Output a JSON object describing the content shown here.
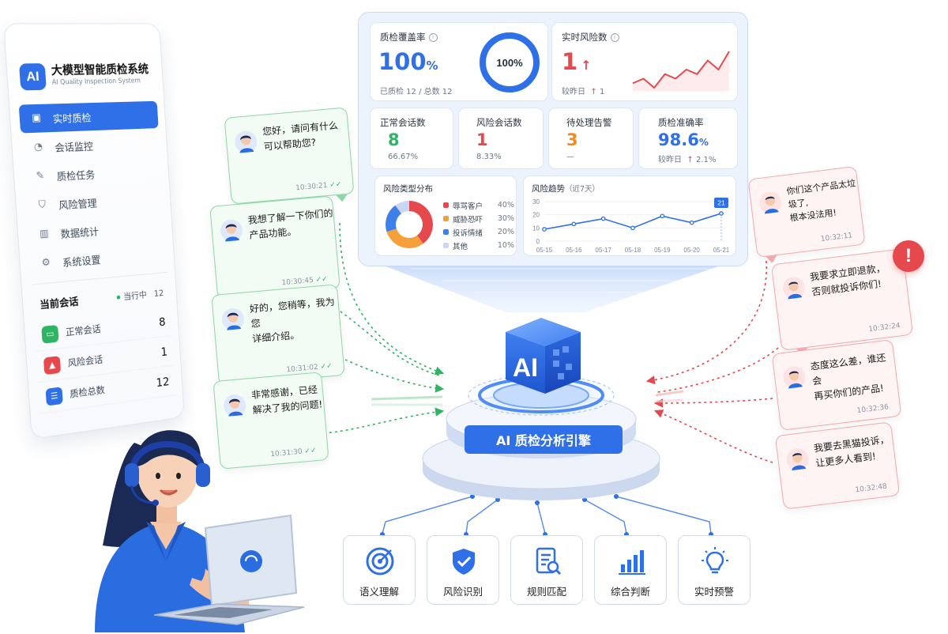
{
  "sidebar": {
    "logo": "AI",
    "title": "大模型智能质检系统",
    "subtitle": "AI Quality Inspection System",
    "nav": [
      {
        "label": "实时质检",
        "icon": "realtime-icon",
        "active": true
      },
      {
        "label": "会话监控",
        "icon": "monitor-icon",
        "active": false
      },
      {
        "label": "质检任务",
        "icon": "task-icon",
        "active": false
      },
      {
        "label": "风险管理",
        "icon": "shield-icon",
        "active": false
      },
      {
        "label": "数据统计",
        "icon": "bar-chart-icon",
        "active": false
      },
      {
        "label": "系统设置",
        "icon": "gear-icon",
        "active": false
      }
    ],
    "sessions": {
      "title": "当前会话",
      "status_label": "当行中",
      "status_count": "12",
      "rows": [
        {
          "label": "正常会话",
          "value": "8",
          "color": "#2fb463",
          "icon": "chat-icon"
        },
        {
          "label": "风险会话",
          "value": "1",
          "color": "#e5484d",
          "icon": "warning-icon"
        },
        {
          "label": "质检总数",
          "value": "12",
          "color": "#2f6fe8",
          "icon": "clipboard-icon"
        }
      ]
    }
  },
  "chats_agent": [
    {
      "text1": "您好，请问有什么",
      "text2": "可以帮助您?",
      "time": "10:30:21"
    },
    {
      "text1": "我想了解一下你们的",
      "text2": "产品功能。",
      "time": "10:30:45"
    },
    {
      "text1": "好的，您稍等，我为您",
      "text2": "详细介绍。",
      "time": "10:31:02"
    },
    {
      "text1": "非常感谢，已经",
      "text2": "解决了我的问题!",
      "time": "10:31:30"
    }
  ],
  "chats_customer": [
    {
      "text1": "你们这个产品太垃圾了,",
      "text2": "根本没法用!",
      "time": "10:32:11"
    },
    {
      "text1": "我要求立即退款，",
      "text2": "否则就投诉你们!",
      "time": "10:32:24"
    },
    {
      "text1": "态度这么差，谁还会",
      "text2": "再买你们的产品!",
      "time": "10:32:36"
    },
    {
      "text1": "我要去黑猫投诉，",
      "text2": "让更多人看到!",
      "time": "10:32:48"
    }
  ],
  "alert_mark": "!",
  "dashboard": {
    "coverage": {
      "title": "质检覆盖率",
      "value": "100",
      "unit": "%",
      "sub": "已质检 12 / 总数 12",
      "ring_label": "100%",
      "fraction": 1.0
    },
    "realtime_risk": {
      "title": "实时风险数",
      "value": "1",
      "arrow": "↑",
      "sub_label": "较昨日",
      "sub_arrow": "↑",
      "sub_value": "1",
      "spark": [
        2,
        3,
        1,
        4,
        3,
        5,
        4,
        7,
        5,
        9
      ]
    },
    "stats": [
      {
        "title": "正常会话数",
        "value": "8",
        "sub": "66.67%",
        "color": "#2fb463"
      },
      {
        "title": "风险会话数",
        "value": "1",
        "sub": "8.33%",
        "color": "#e5484d"
      },
      {
        "title": "待处理告警",
        "value": "3",
        "sub": "—",
        "color": "#f08a24"
      },
      {
        "title": "质检准确率",
        "value": "98.6",
        "unit": "%",
        "sub_label": "较昨日",
        "sub_arrow": "↑",
        "sub_value": "2.1%",
        "color": "#2f6fe8"
      }
    ],
    "risk_types": {
      "title": "风险类型分布",
      "items": [
        {
          "label": "辱骂客户",
          "pct": "40%",
          "value": 40,
          "color": "#e5484d"
        },
        {
          "label": "威胁恐吓",
          "pct": "30%",
          "value": 30,
          "color": "#f5a03a"
        },
        {
          "label": "投诉情绪",
          "pct": "20%",
          "value": 20,
          "color": "#3f7fe9"
        },
        {
          "label": "其他",
          "pct": "10%",
          "value": 10,
          "color": "#c8d7f5"
        }
      ]
    },
    "risk_trend": {
      "title": "风险趋势",
      "subtitle": "（近7天）",
      "x": [
        "05-15",
        "05-16",
        "05-17",
        "05-18",
        "05-19",
        "05-20",
        "05-21"
      ],
      "y": [
        9,
        13,
        17,
        10,
        19,
        14,
        21
      ],
      "yticks": [
        "0",
        "10",
        "20",
        "30"
      ],
      "ylim": [
        0,
        30
      ],
      "last_label": "21"
    }
  },
  "engine": {
    "cube_label": "AI",
    "label": "AI 质检分析引擎"
  },
  "capabilities": [
    {
      "label": "语义理解",
      "icon": "target-icon"
    },
    {
      "label": "风险识别",
      "icon": "shield-check-icon"
    },
    {
      "label": "规则匹配",
      "icon": "document-search-icon"
    },
    {
      "label": "综合判断",
      "icon": "bar-chart-icon"
    },
    {
      "label": "实时预警",
      "icon": "lightbulb-icon"
    }
  ],
  "colors": {
    "primary": "#2f6fe8",
    "green": "#2fb463",
    "red": "#e5484d",
    "orange": "#f08a24"
  }
}
